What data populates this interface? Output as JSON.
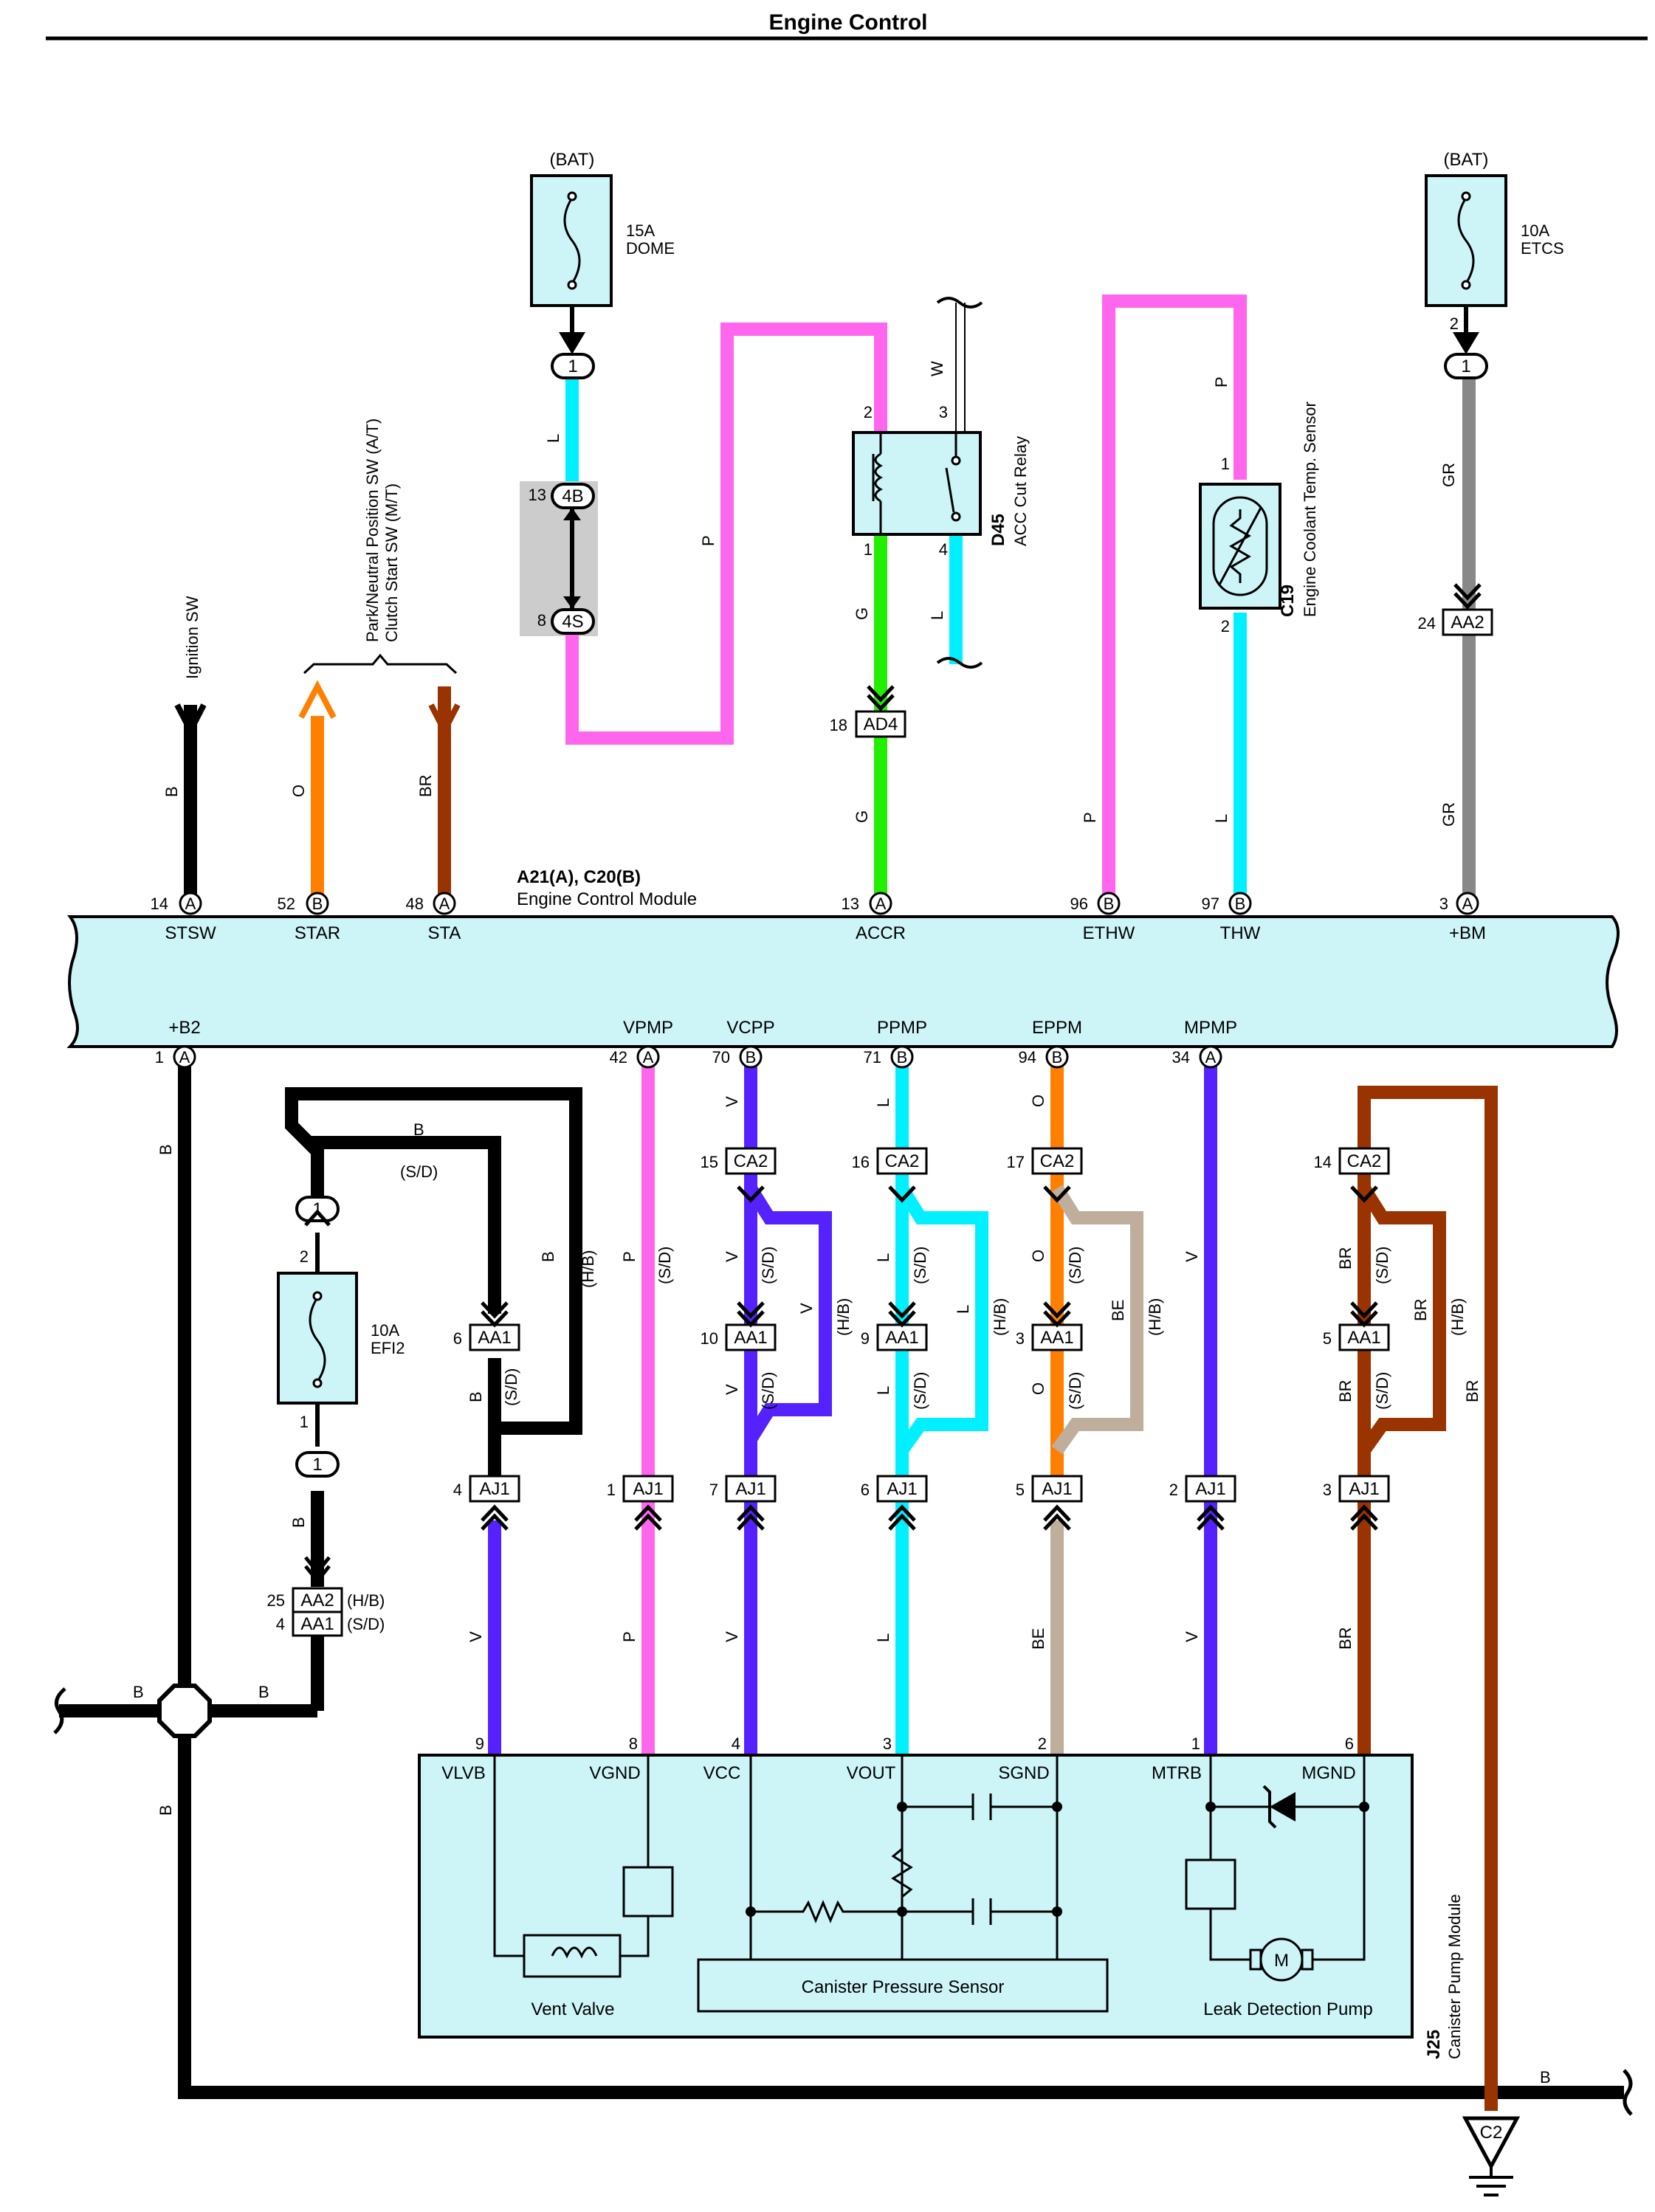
{
  "title": "Engine Control",
  "colors": {
    "B": "#000000",
    "O": "#ff8000",
    "BR": "#993300",
    "L": "#00f0ff",
    "P": "#ff66ee",
    "G": "#22ee00",
    "GR": "#888888",
    "V": "#5522ff",
    "BE": "#bfae9c",
    "W": "#ffffff",
    "box_fill": "#cdf5f8",
    "splice_bg": "#cccccc"
  },
  "labels": {
    "bat": "(BAT)",
    "fuse_dome_amp": "15A",
    "fuse_dome_name": "DOME",
    "fuse_etcs_amp": "10A",
    "fuse_etcs_name": "ETCS",
    "fuse_efi2_amp": "10A",
    "fuse_efi2_name": "EFI2",
    "ignition_sw": "Ignition SW",
    "pnp_sw": "Park/Neutral Position SW (A/T)",
    "clutch_sw": "Clutch Start SW (M/T)",
    "relay_code": "D45",
    "relay_name": "ACC Cut Relay",
    "sensor_code": "C19",
    "sensor_name": "Engine Coolant Temp.  Sensor",
    "ecm_code": "A21(A), C20(B)",
    "ecm_name": "Engine Control Module",
    "module_code": "J25",
    "module_name": "Canister Pump Module",
    "vent_valve": "Vent Valve",
    "pressure_sensor": "Canister Pressure Sensor",
    "leak_pump": "Leak Detection Pump",
    "motor": "M",
    "ground": "C2",
    "hb": "(H/B)",
    "sd": "(S/D)"
  },
  "ecm_top_pins": [
    {
      "num": "14",
      "conn": "A",
      "name": "STSW"
    },
    {
      "num": "52",
      "conn": "B",
      "name": "STAR"
    },
    {
      "num": "48",
      "conn": "A",
      "name": "STA"
    },
    {
      "num": "13",
      "conn": "A",
      "name": "ACCR"
    },
    {
      "num": "96",
      "conn": "B",
      "name": "ETHW"
    },
    {
      "num": "97",
      "conn": "B",
      "name": "THW"
    },
    {
      "num": "3",
      "conn": "A",
      "name": "+BM"
    }
  ],
  "ecm_bottom_pins": [
    {
      "num": "1",
      "conn": "A",
      "name": "+B2"
    },
    {
      "num": "42",
      "conn": "A",
      "name": "VPMP"
    },
    {
      "num": "70",
      "conn": "B",
      "name": "VCPP"
    },
    {
      "num": "71",
      "conn": "B",
      "name": "PPMP"
    },
    {
      "num": "94",
      "conn": "B",
      "name": "EPPM"
    },
    {
      "num": "34",
      "conn": "A",
      "name": "MPMP"
    }
  ],
  "module_pins": [
    {
      "num": "9",
      "name": "VLVB"
    },
    {
      "num": "8",
      "name": "VGND"
    },
    {
      "num": "4",
      "name": "VCC"
    },
    {
      "num": "3",
      "name": "VOUT"
    },
    {
      "num": "2",
      "name": "SGND"
    },
    {
      "num": "1",
      "name": "MTRB"
    },
    {
      "num": "6",
      "name": "MGND"
    }
  ],
  "connectors": {
    "c1": "1",
    "c4b": "4B",
    "c4s": "4S",
    "ad4": "AD4",
    "aa2": "AA2",
    "ca2": "CA2",
    "aa1": "AA1",
    "aj1": "AJ1"
  },
  "pin_numbers": {
    "splice_13": "13",
    "splice_8": "8",
    "relay_2": "2",
    "relay_3": "3",
    "relay_1": "1",
    "relay_4": "4",
    "ad4_18": "18",
    "sensor_1": "1",
    "sensor_2": "2",
    "aa2_24": "24",
    "etcs_2": "2",
    "efi2_2": "2",
    "efi2_1": "1",
    "ca2_15": "15",
    "ca2_16": "16",
    "ca2_17": "17",
    "ca2_14": "14",
    "aa1_6": "6",
    "aa1_10": "10",
    "aa1_9": "9",
    "aa1_3": "3",
    "aa1_5": "5",
    "aj1_4": "4",
    "aj1_1": "1",
    "aj1_7": "7",
    "aj1_6": "6",
    "aj1_5": "5",
    "aj1_2": "2",
    "aj1_3": "3",
    "aa2_25": "25",
    "aa1_4": "4"
  },
  "wire_codes": {
    "B": "B",
    "O": "O",
    "BR": "BR",
    "L": "L",
    "P": "P",
    "G": "G",
    "GR": "GR",
    "V": "V",
    "BE": "BE",
    "W": "W"
  }
}
